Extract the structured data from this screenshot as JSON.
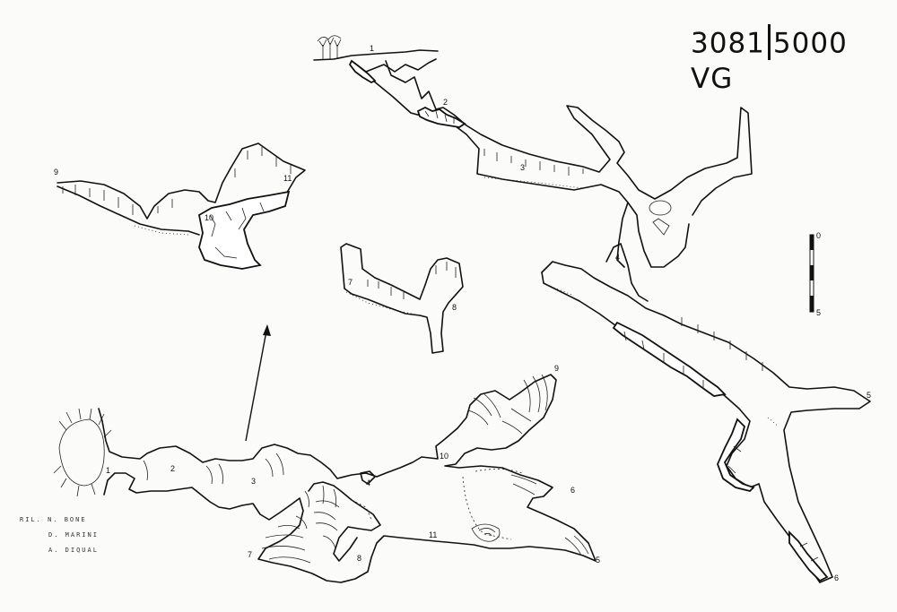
{
  "cave_number": "3081",
  "cave_registry": "5000 VG",
  "scale_labels": {
    "top": "0",
    "bottom": "5"
  },
  "credits": {
    "prefix": "RIL.",
    "surveyors": [
      "N. BONE",
      "D. MARINI",
      "A. DIQUAL"
    ]
  },
  "stations_top_profile": [
    "1",
    "2",
    "3",
    "4",
    "5",
    "6"
  ],
  "stations_left_profile": [
    "9",
    "10",
    "11"
  ],
  "stations_middle_profile": [
    "7",
    "8"
  ],
  "stations_plan": [
    "1",
    "2",
    "3",
    "4",
    "5",
    "6",
    "7",
    "8",
    "9",
    "10",
    "11"
  ]
}
